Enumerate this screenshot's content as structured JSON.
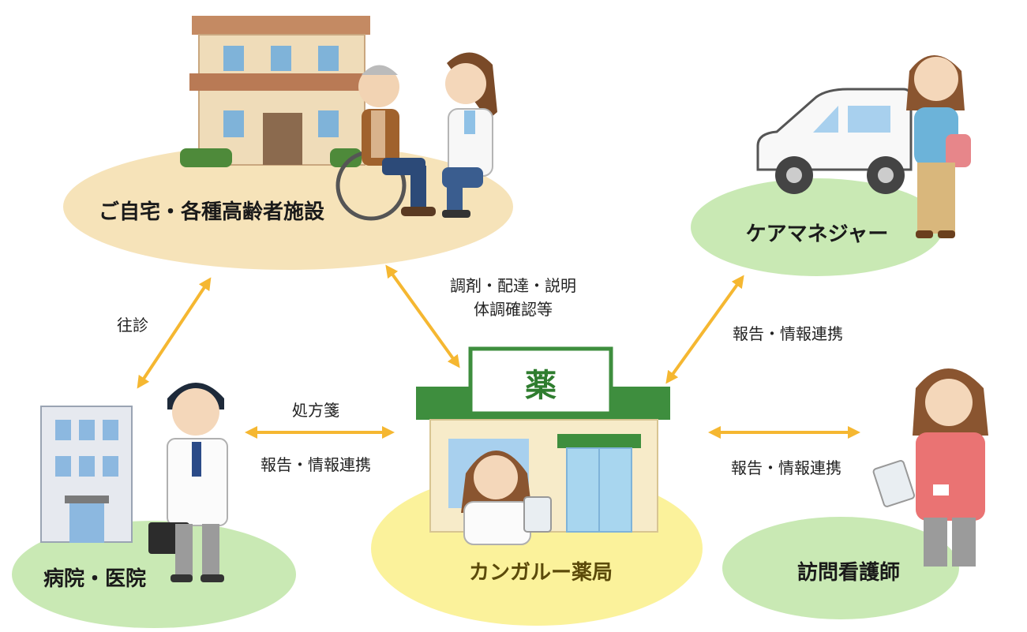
{
  "nodes": {
    "home": "ご自宅・各種高齢者施設",
    "caremanager": "ケアマネジャー",
    "hospital": "病院・医院",
    "pharmacy": "カンガルー薬局",
    "nurse": "訪問看護師"
  },
  "pharmacy_sign": "薬",
  "links": {
    "home_pharmacy_line1": "調剤・配達・説明",
    "home_pharmacy_line2": "体調確認等",
    "home_hospital": "往診",
    "hospital_pharmacy_top": "処方箋",
    "hospital_pharmacy_bottom": "報告・情報連携",
    "caremanager_pharmacy": "報告・情報連携",
    "nurse_pharmacy": "報告・情報連携"
  },
  "colors": {
    "arrow": "#f5b731",
    "home_ellipse": "#f6e3b9",
    "green_ellipse": "#c9e9b4",
    "pharmacy_ellipse": "#fbf29b",
    "pharmacy_roof": "#3e8e3e"
  }
}
